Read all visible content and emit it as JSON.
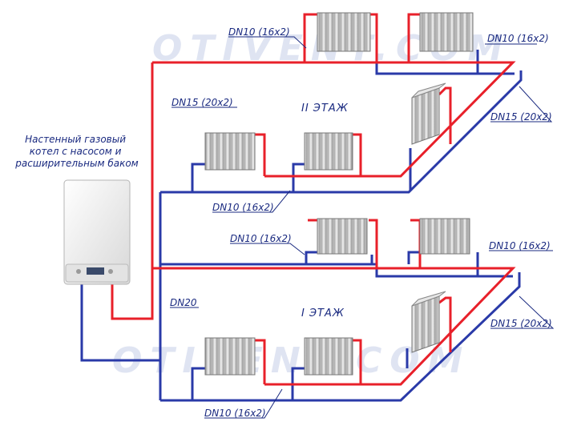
{
  "watermark": "OTIVENT.COM",
  "boiler_caption": [
    "Настенный газовый",
    "котел с насосом и",
    "расширительным баком"
  ],
  "floors": {
    "upper": "II ЭТАЖ",
    "lower": "I ЭТАЖ"
  },
  "labels": {
    "dn10_top_left": "DN10 (16x2)",
    "dn10_top_right": "DN10 (16x2)",
    "dn15_riser": "DN15 (20x2)",
    "dn15_upper_right": "DN15 (20x2)",
    "dn10_upper_mid": "DN10 (16x2)",
    "dn10_lower_top_left": "DN10 (16x2)",
    "dn10_lower_top_right": "DN10 (16x2)",
    "dn20": "DN20",
    "dn15_lower_right": "DN15 (20x2)",
    "dn10_bottom": "DN10 (16x2)"
  },
  "colors": {
    "supply": "#e8202a",
    "return": "#2a3aa8",
    "label": "#1a2a80"
  }
}
